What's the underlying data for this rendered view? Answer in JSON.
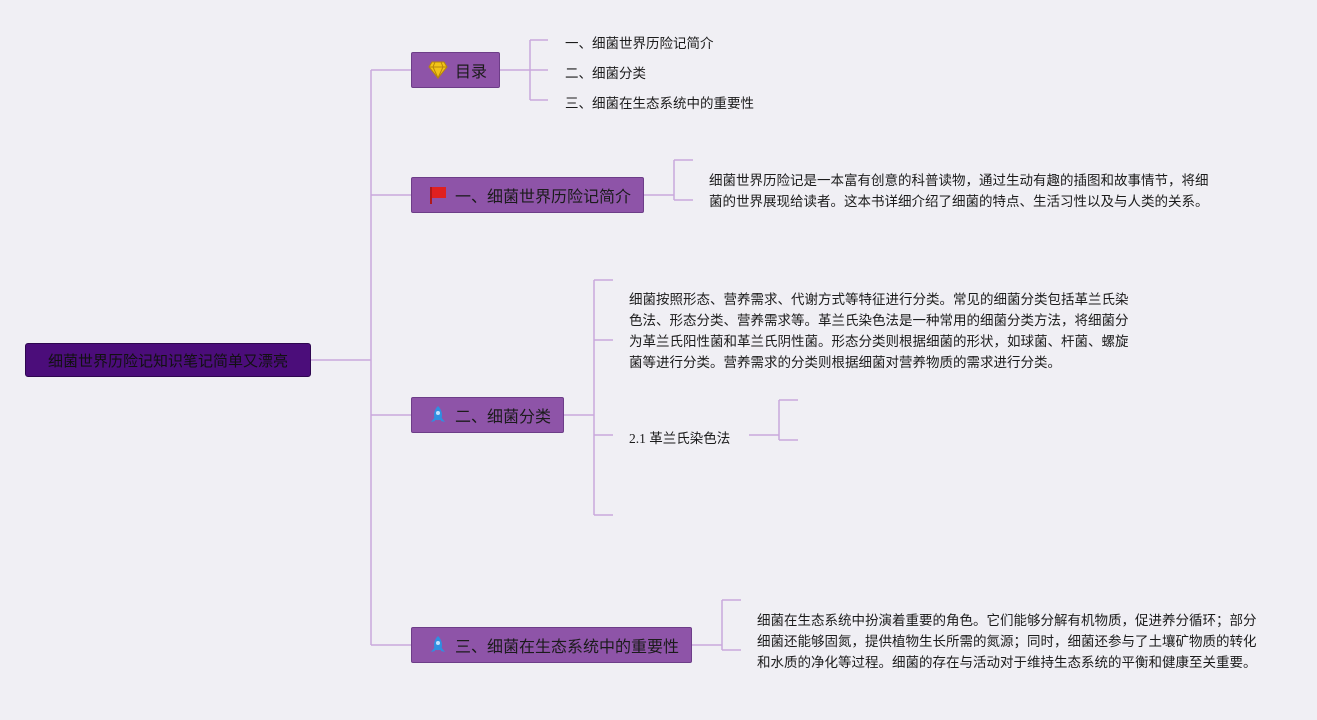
{
  "root": {
    "label": "细菌世界历险记知识笔记简单又漂亮"
  },
  "colors": {
    "root_bg": "#4b0d7a",
    "topic_bg": "#8e54a8",
    "line": "#c9a8dc",
    "background": "#f0eff4"
  },
  "topics": [
    {
      "label": "目录",
      "icon": "diamond-icon",
      "children": [
        "一、细菌世界历险记简介",
        "二、细菌分类",
        "三、细菌在生态系统中的重要性"
      ]
    },
    {
      "label": "一、细菌世界历险记简介",
      "icon": "red-flag-icon",
      "paragraph": "细菌世界历险记是一本富有创意的科普读物，通过生动有趣的插图和故事情节，将细菌的世界展现给读者。这本书详细介绍了细菌的特点、生活习性以及与人类的关系。"
    },
    {
      "label": "二、细菌分类",
      "icon": "blue-rocket-icon",
      "paragraph": "细菌按照形态、营养需求、代谢方式等特征进行分类。常见的细菌分类包括革兰氏染色法、形态分类、营养需求等。革兰氏染色法是一种常用的细菌分类方法，将细菌分为革兰氏阳性菌和革兰氏阴性菌。形态分类则根据细菌的形状，如球菌、杆菌、螺旋菌等进行分类。营养需求的分类则根据细菌对营养物质的需求进行分类。",
      "subtopic": "2.1 革兰氏染色法"
    },
    {
      "label": "三、细菌在生态系统中的重要性",
      "icon": "blue-rocket-icon",
      "paragraph": "细菌在生态系统中扮演着重要的角色。它们能够分解有机物质，促进养分循环；部分细菌还能够固氮，提供植物生长所需的氮源；同时，细菌还参与了土壤矿物质的转化和水质的净化等过程。细菌的存在与活动对于维持生态系统的平衡和健康至关重要。"
    }
  ]
}
